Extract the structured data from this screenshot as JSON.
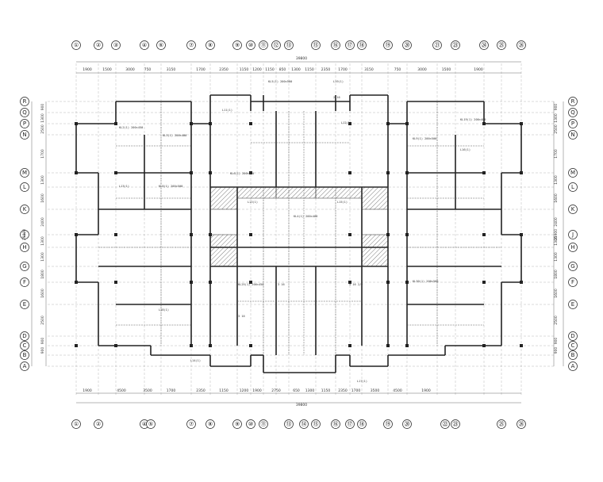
{
  "drawing": {
    "axes_top": [
      "①",
      "②",
      "③",
      "④",
      "⑥",
      "⑦",
      "⑧",
      "⑨",
      "⑩",
      "⑪",
      "⑫",
      "⑬",
      "⑮",
      "⑯",
      "⑰",
      "⑱",
      "⑲",
      "⑳",
      "㉑",
      "㉓",
      "㉔",
      "㉕",
      "㉖"
    ],
    "axes_bottom": [
      "①",
      "②",
      "④",
      "⑤",
      "⑦",
      "⑧",
      "⑨",
      "⑩",
      "⑪",
      "⑬",
      "⑭",
      "⑮",
      "⑯",
      "⑰",
      "⑱",
      "⑲",
      "⑳",
      "㉒",
      "㉓",
      "㉕",
      "㉖"
    ],
    "axes_rows": [
      "R",
      "Q",
      "P",
      "N",
      "M",
      "L",
      "K",
      "J",
      "H",
      "G",
      "F",
      "E",
      "D",
      "C",
      "B",
      "A"
    ],
    "dims_top": [
      "1900",
      "1500",
      "3000",
      "750",
      "3150",
      "1700",
      "2350",
      "1150",
      "1200",
      "1150",
      "850",
      "1300",
      "1150",
      "2350",
      "1700",
      "3150",
      "750",
      "3000",
      "1500",
      "1900"
    ],
    "dims_bottom": [
      "1900",
      "4500",
      "3500",
      "1700",
      "2350",
      "1150",
      "1200",
      "1900",
      "2750",
      "650",
      "1300",
      "1150",
      "2350",
      "1700",
      "3500",
      "4500",
      "1900"
    ],
    "overall_top": "39800",
    "overall_bottom": "39800",
    "overall_side": "25900",
    "dims_left": [
      "900",
      "1300",
      "2500",
      "1700",
      "1300",
      "1600",
      "2400",
      "1300",
      "1300",
      "1800",
      "1600",
      "2500",
      "900",
      "900"
    ],
    "beam_labels": [
      "KL2(1) 200×450",
      "KL3(1) 200×400",
      "L11(1)",
      "KL5(1) 200×500",
      "L19(1)",
      "KL6(1) 200×400",
      "L13(1)",
      "KL8(1) 200×500",
      "L13(1)",
      "KL4(1) 200×400",
      "L15(1)",
      "KL9(1) 200×500",
      "L16(1)",
      "KL19(1) 200×400",
      "L12(1)",
      "KL25(1) 200×450",
      "3 16",
      "4 16 2/2",
      "2 16",
      "3 16",
      "L18(1)",
      "L14(1)",
      "L17(1)",
      "KL30(1) 200×500"
    ]
  }
}
